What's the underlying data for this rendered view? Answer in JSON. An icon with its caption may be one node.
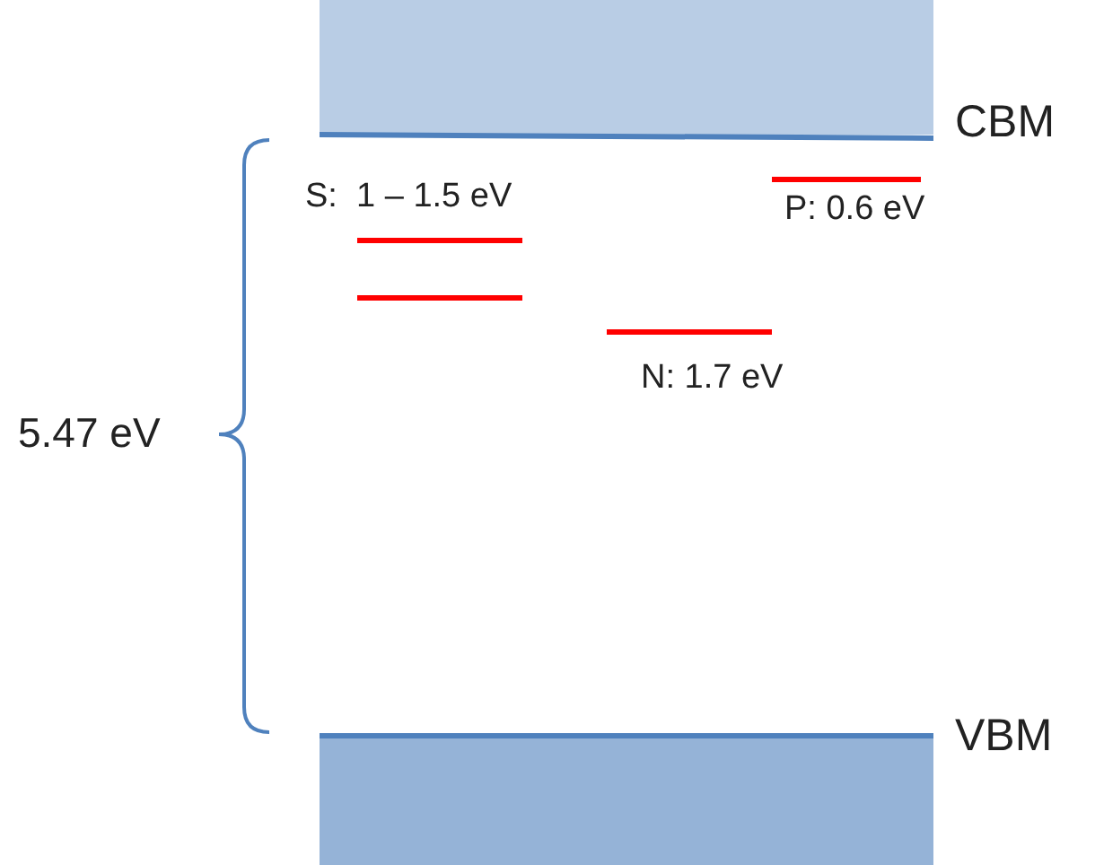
{
  "diagram": {
    "labels": [
      "CBM",
      "S:  1 – 1.5 eV",
      "P: 0.6 eV",
      "N: 1.7 eV",
      "5.47 eV",
      "VBM"
    ]
  }
}
